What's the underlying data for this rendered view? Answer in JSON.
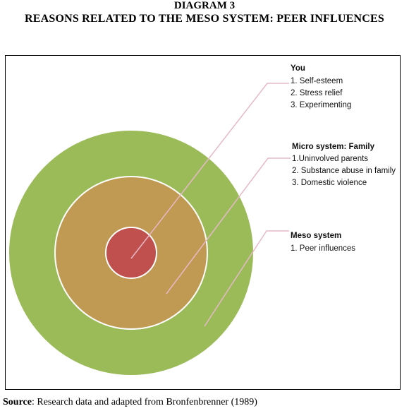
{
  "heading": {
    "number": "DIAGRAM 3",
    "title": "REASONS RELATED TO THE MESO SYSTEM: PEER INFLUENCES"
  },
  "colors": {
    "outer_ring": "#9bbb59",
    "middle_ring": "#c09a52",
    "inner_circle": "#c0504d",
    "circle_border": "#ffffff",
    "leader_line": "#e6b9c8"
  },
  "labels": {
    "you": {
      "title": "You",
      "items": [
        "1. Self-esteem",
        "2.  Stress relief",
        "3. Experimenting"
      ]
    },
    "micro": {
      "title": "Micro system: Family",
      "items": [
        "1.Uninvolved parents",
        "2. Substance abuse in family",
        "3. Domestic violence"
      ]
    },
    "meso": {
      "title": "Meso system",
      "items": [
        "1. Peer influences"
      ]
    }
  },
  "source": {
    "label": "Source",
    "text": ":  Research data and adapted from Bronfenbrenner (1989)"
  }
}
